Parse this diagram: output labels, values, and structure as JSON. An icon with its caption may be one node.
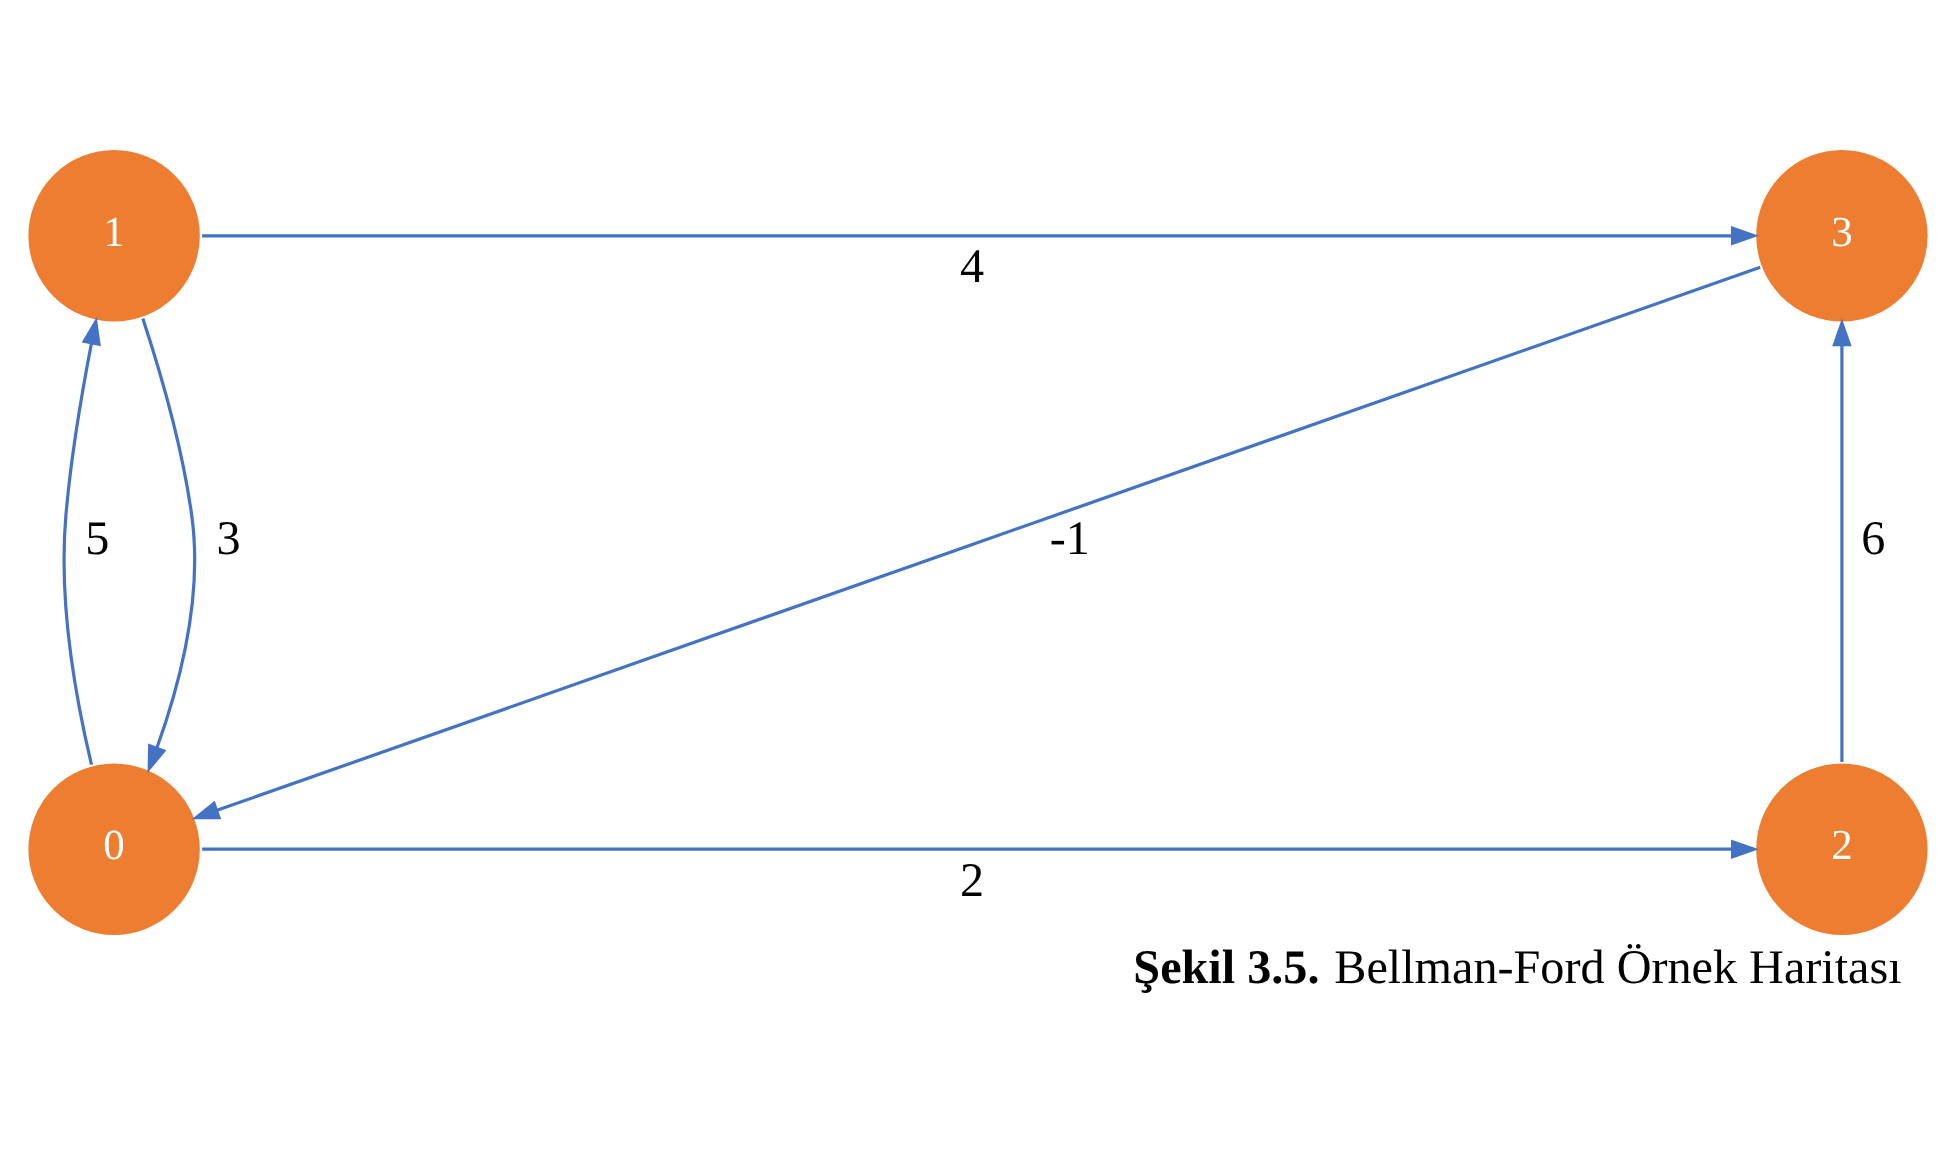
{
  "diagram": {
    "caption": "**Şekil 3.5.** Bellman-Ford Örnek Haritası",
    "nodes": [
      {
        "text": [
          "1"
        ]
      },
      {
        "text": [
          "3"
        ]
      },
      {
        "text": [
          "0"
        ]
      },
      {
        "text": [
          "2"
        ]
      }
    ],
    "edges": [
      {
        "from": 0,
        "to": 1,
        "arrow": "to",
        "label": "4"
      },
      {
        "from": 2,
        "to": 0,
        "arrow": "to",
        "label": "5"
      },
      {
        "from": 0,
        "to": 2,
        "arrow": "to",
        "label": "3"
      },
      {
        "from": 1,
        "to": 2,
        "arrow": "to",
        "label": "-1"
      },
      {
        "from": 2,
        "to": 3,
        "arrow": "to",
        "label": "2"
      },
      {
        "from": 3,
        "to": 1,
        "arrow": "to",
        "label": "6"
      }
    ]
  }
}
